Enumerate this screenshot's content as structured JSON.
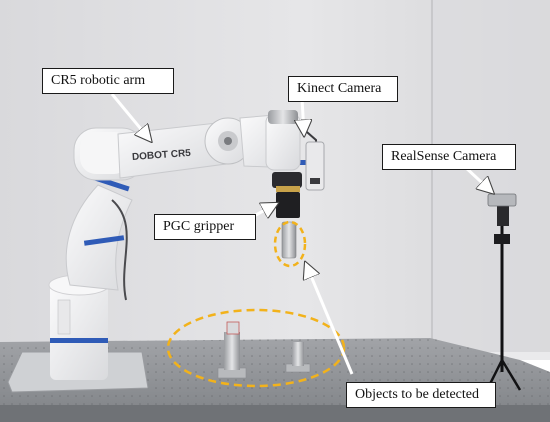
{
  "labels": {
    "arm": "CR5 robotic arm",
    "kinect": "Kinect Camera",
    "realsense": "RealSense Camera",
    "gripper": "PGC gripper",
    "objects": "Objects to be detected"
  },
  "arm_branding": "DOBOT CR5",
  "colors": {
    "highlight": "#f2b21b",
    "label_border": "#1a1a1a",
    "arm_white": "#f1f1f3",
    "arm_blue_band": "#2f5bb7",
    "table_top": "#8e9196",
    "background_wall": "#e2e2e4"
  }
}
